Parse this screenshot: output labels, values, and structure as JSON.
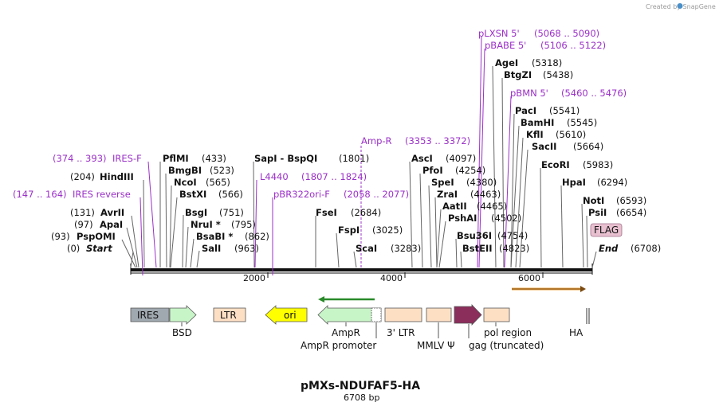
{
  "brand": "Created by SnapGene",
  "title": "pMXs-NDUFAF5-HA",
  "length_label": "6708 bp",
  "axis_ticks": [
    "2000",
    "4000",
    "6000"
  ],
  "sites_left": [
    {
      "name": "HindIII",
      "pos": "(204)"
    },
    {
      "name": "AvrII",
      "pos": "(131)"
    },
    {
      "name": "ApaI",
      "pos": "(97)"
    },
    {
      "name": "PspOMI",
      "pos": "(93)"
    },
    {
      "name": "Start",
      "pos": "(0)"
    }
  ],
  "sites": [
    {
      "name": "PflMI",
      "pos": "(433)"
    },
    {
      "name": "BmgBI",
      "pos": "(523)"
    },
    {
      "name": "NcoI",
      "pos": "(565)"
    },
    {
      "name": "BstXI",
      "pos": "(566)"
    },
    {
      "name": "BsgI",
      "pos": "(751)"
    },
    {
      "name": "NruI *",
      "pos": "(795)"
    },
    {
      "name": "BsaBI *",
      "pos": "(862)"
    },
    {
      "name": "SalI",
      "pos": "(963)"
    },
    {
      "name": "SapI - BspQI",
      "pos": "(1801)"
    },
    {
      "name": "FseI",
      "pos": "(2684)"
    },
    {
      "name": "FspI",
      "pos": "(3025)"
    },
    {
      "name": "ScaI",
      "pos": "(3283)"
    },
    {
      "name": "AscI",
      "pos": "(4097)"
    },
    {
      "name": "PfoI",
      "pos": "(4254)"
    },
    {
      "name": "SpeI",
      "pos": "(4380)"
    },
    {
      "name": "ZraI",
      "pos": "(4463)"
    },
    {
      "name": "AatII",
      "pos": "(4465)"
    },
    {
      "name": "PshAI",
      "pos": "(4502)"
    },
    {
      "name": "Bsu36I",
      "pos": "(4754)"
    },
    {
      "name": "BstEII",
      "pos": "(4823)"
    },
    {
      "name": "AgeI",
      "pos": "(5318)"
    },
    {
      "name": "BtgZI",
      "pos": "(5438)"
    },
    {
      "name": "PacI",
      "pos": "(5541)"
    },
    {
      "name": "BamHI",
      "pos": "(5545)"
    },
    {
      "name": "KflI",
      "pos": "(5610)"
    },
    {
      "name": "SacII",
      "pos": "(5664)"
    },
    {
      "name": "EcoRI",
      "pos": "(5983)"
    },
    {
      "name": "HpaI",
      "pos": "(6294)"
    },
    {
      "name": "NotI",
      "pos": "(6593)"
    },
    {
      "name": "PsiI",
      "pos": "(6654)"
    },
    {
      "name": "End",
      "pos": "(6708)"
    }
  ],
  "primers_left": [
    {
      "range": "(374 .. 393)",
      "name": "IRES-F"
    },
    {
      "range": "(147 .. 164)",
      "name": "IRES reverse"
    }
  ],
  "primers": [
    {
      "name": "L4440",
      "range": "(1807 .. 1824)"
    },
    {
      "name": "pBR322ori-F",
      "range": "(2058 .. 2077)"
    },
    {
      "name": "Amp-R",
      "range": "(3353 .. 3372)"
    },
    {
      "name": "pLXSN 5'",
      "range": "(5068 .. 5090)"
    },
    {
      "name": "pBABE 5'",
      "range": "(5106 .. 5122)"
    },
    {
      "name": "pBMN 5'",
      "range": "(5460 .. 5476)"
    }
  ],
  "features": {
    "ires": "IRES",
    "bsd": "BSD",
    "ltr": "LTR",
    "ori": "ori",
    "ampr": "AmpR",
    "ampr_promoter": "AmpR promoter",
    "ltr3": "3' LTR",
    "mmlv": "MMLV Ψ",
    "gag": "gag (truncated)",
    "pol": "pol region",
    "ha": "HA",
    "flag": "FLAG"
  },
  "colors": {
    "primer": "#9b30c8",
    "ires": "#a0a8b0",
    "bsd": "#c8f5c8",
    "ltr": "#fde0c4",
    "ori": "#ffff00",
    "ampr": "#c8f5c8",
    "gag": "#8b2e5b",
    "flag": "#e8c0d0",
    "orf": "#e8a040"
  }
}
